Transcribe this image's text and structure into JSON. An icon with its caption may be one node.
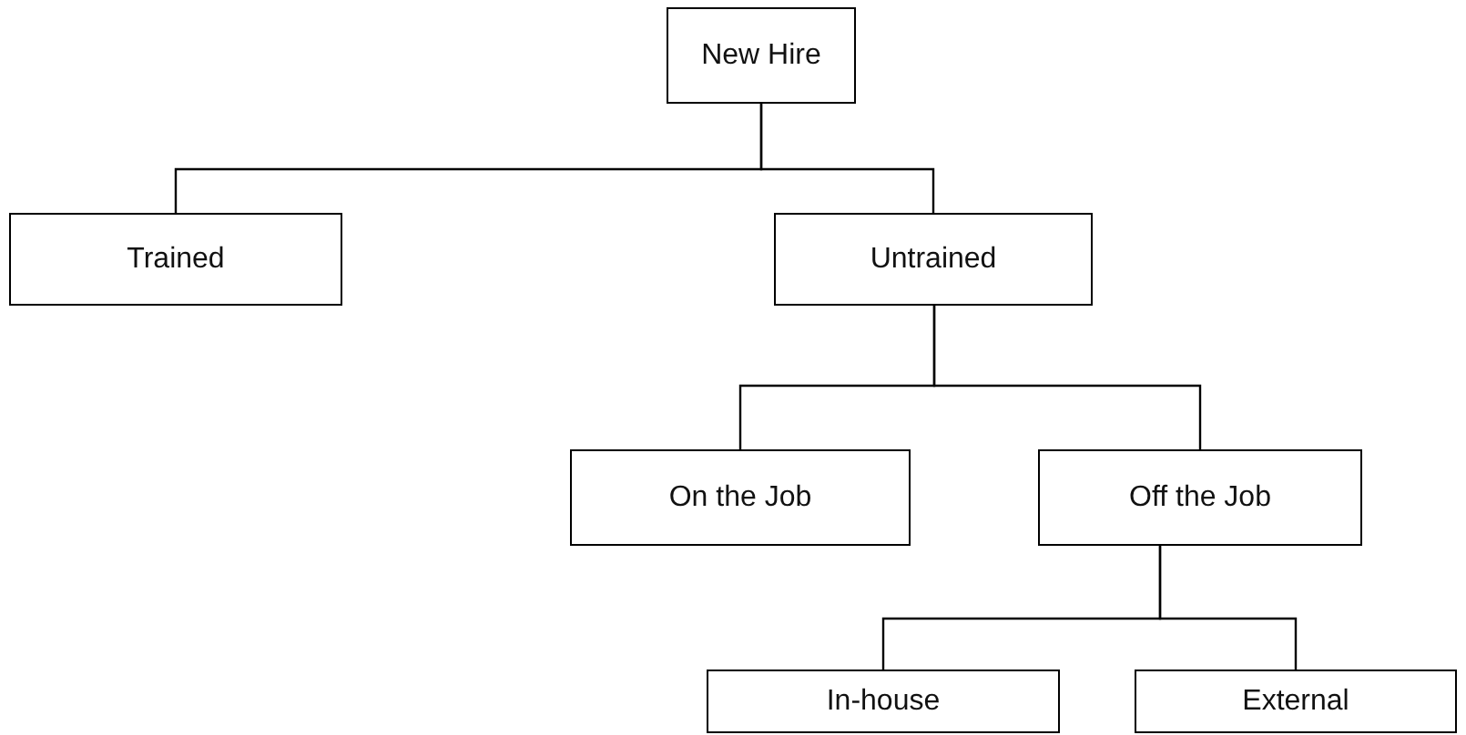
{
  "diagram": {
    "nodes": [
      {
        "text": [
          "New Hire"
        ]
      },
      {
        "text": [
          "Trained"
        ]
      },
      {
        "text": [
          "Untrained"
        ]
      },
      {
        "text": [
          "On the Job"
        ]
      },
      {
        "text": [
          "Off the Job"
        ]
      },
      {
        "text": [
          "In-house"
        ]
      },
      {
        "text": [
          "External"
        ]
      }
    ],
    "edges": [
      {
        "from": 0,
        "to": 1,
        "arrow": "none"
      },
      {
        "from": 0,
        "to": 2,
        "arrow": "none"
      },
      {
        "from": 2,
        "to": 3,
        "arrow": "none"
      },
      {
        "from": 2,
        "to": 4,
        "arrow": "none"
      },
      {
        "from": 4,
        "to": 5,
        "arrow": "none"
      },
      {
        "from": 4,
        "to": 6,
        "arrow": "none"
      }
    ]
  }
}
